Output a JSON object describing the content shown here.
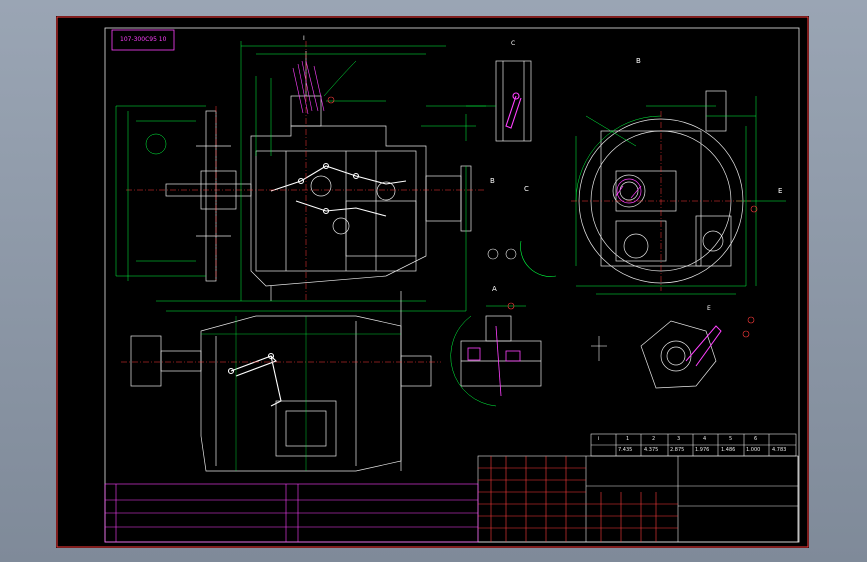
{
  "drawing": {
    "code_box_text": "107-300C95 10",
    "section_labels": {
      "a": "A",
      "b": "B",
      "c": "C",
      "e": "E",
      "top": "I"
    }
  },
  "spec_table": {
    "headers": [
      "1",
      "2",
      "3",
      "4",
      "5",
      "6"
    ],
    "row_label": "i",
    "values": [
      "7.435",
      "4.375",
      "2.875",
      "1.976",
      "1.486",
      "1.000"
    ],
    "last_value": "4.783"
  },
  "colors": {
    "sheet": "#000000",
    "frame": "#ff3b3b",
    "outline": "#e8e8e8",
    "dimension": "#00ff40",
    "centerline": "#ff3b3b",
    "hatch": "#ff40ff",
    "label": "#ffff33",
    "view_bg": "#8a96a6"
  },
  "icons": {
    "balloon": "circle-balloon-icon",
    "section_arrow": "arrow-icon"
  }
}
